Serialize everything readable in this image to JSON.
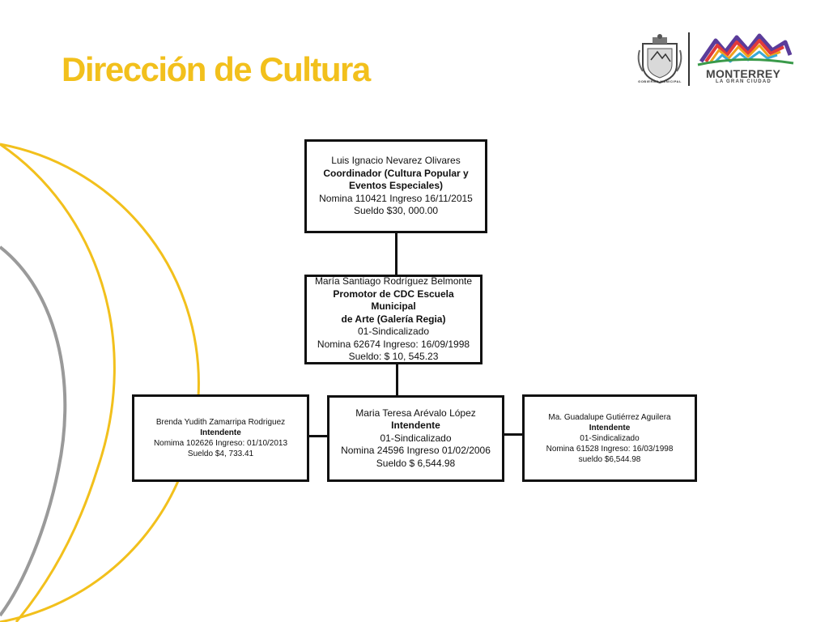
{
  "slide": {
    "title": "Dirección de Cultura",
    "colors": {
      "title": "#f2c01c",
      "arc_yellow": "#f2c01c",
      "arc_gray": "#9a9a9a",
      "box_border": "#111111"
    }
  },
  "logos": {
    "seal_icon": "municipal-seal-icon",
    "seal_caption": "GOBIERNO MUNICIPAL",
    "city_icon": "monterrey-mountains-icon",
    "city_name": "MONTERREY",
    "city_tagline": "LA GRAN CIUDAD"
  },
  "org_chart": {
    "coordinator": {
      "name": "Luis Ignacio Nevarez Olivares",
      "role_line1": "Coordinador  (Cultura Popular y",
      "role_line2": "Eventos Especiales)",
      "nomina": " Nomina 110421 Ingreso 16/11/2015",
      "salary": "Sueldo $30, 000.00"
    },
    "promoter": {
      "name": "María Santiago Rodríguez Belmonte",
      "role_line1": "Promotor  de CDC Escuela Municipal",
      "role_line2": "de Arte (Galería Regia)",
      "status": "01-Sindicalizado",
      "nomina": "Nomina 62674 Ingreso: 16/09/1998",
      "salary": "Sueldo: $ 10, 545.23"
    },
    "staff": [
      {
        "name": "Brenda Yudith Zamarripa  Rodriguez",
        "role": "Intendente",
        "nomina": "Nomima  102626 Ingreso: 01/10/2013",
        "salary": "Sueldo  $4, 733.41"
      },
      {
        "name": "Maria Teresa Arévalo López",
        "role": "Intendente",
        "status": "01-Sindicalizado",
        "nomina": "Nomina  24596  Ingreso 01/02/2006",
        "salary": "Sueldo $ 6,544.98"
      },
      {
        "name": "Ma. Guadalupe  Gutiérrez Aguilera",
        "role": "Intendente",
        "status": "01-Sindicalizado",
        "nomina": "Nomina  61528 Ingreso: 16/03/1998",
        "salary": "sueldo $6,544.98"
      }
    ]
  }
}
